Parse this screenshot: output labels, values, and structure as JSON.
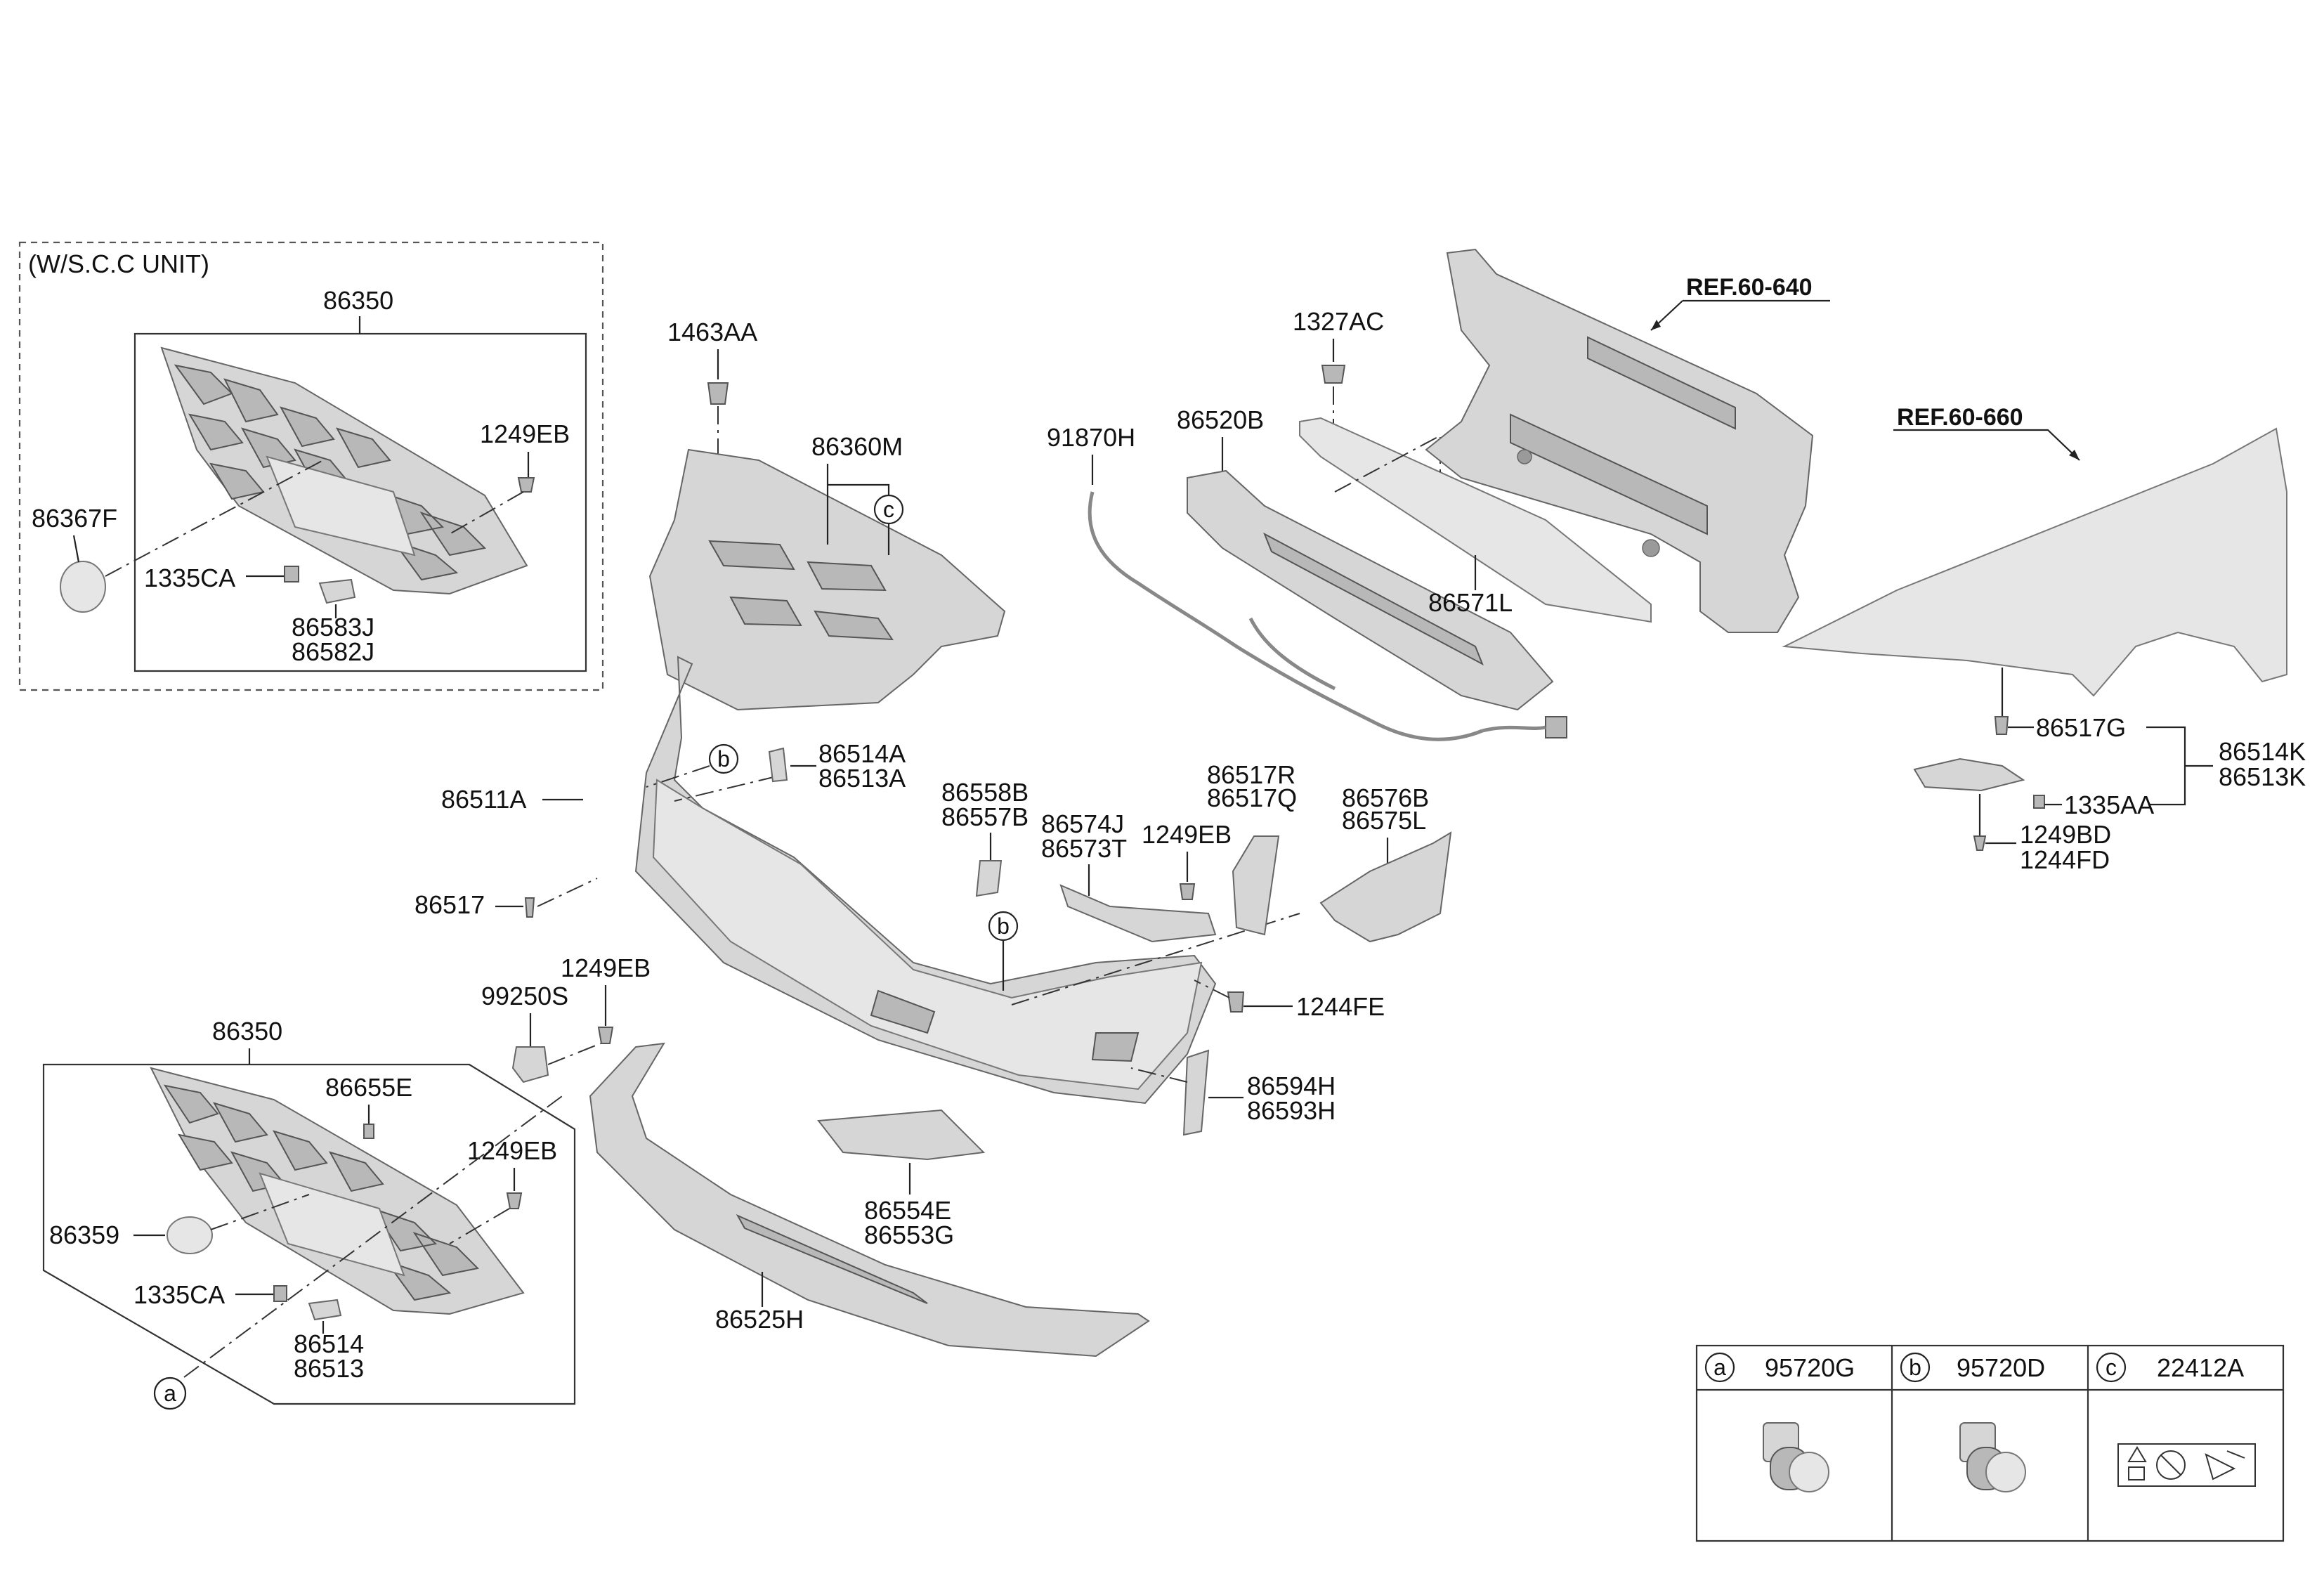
{
  "box_title": "(W/S.C.C UNIT)",
  "refs": {
    "ref_60_640": "REF.60-640",
    "ref_60_660": "REF.60-660"
  },
  "labels": {
    "p86350_top": "86350",
    "p1249EB_tl": "1249EB",
    "p86367F": "86367F",
    "p1335CA_top": "1335CA",
    "p86583J": "86583J",
    "p86582J": "86582J",
    "p1463AA": "1463AA",
    "p86360M": "86360M",
    "p1327AC": "1327AC",
    "p91870H": "91870H",
    "p86520B": "86520B",
    "p86571L": "86571L",
    "p86511A": "86511A",
    "p86514A": "86514A",
    "p86513A": "86513A",
    "p86558B": "86558B",
    "p86557B": "86557B",
    "p86574J": "86574J",
    "p86573T": "86573T",
    "p1249EB_mid": "1249EB",
    "p86517R": "86517R",
    "p86517Q": "86517Q",
    "p86576B": "86576B",
    "p86575L": "86575L",
    "p86517": "86517",
    "p99250S": "99250S",
    "p1249EB_low": "1249EB",
    "p1244FE": "1244FE",
    "p86350_bot": "86350",
    "p86655E": "86655E",
    "p1249EB_bl": "1249EB",
    "p86359": "86359",
    "p1335CA_bot": "1335CA",
    "p86514": "86514",
    "p86513": "86513",
    "p86525H": "86525H",
    "p86554E": "86554E",
    "p86553G": "86553G",
    "p86594H": "86594H",
    "p86593H": "86593H",
    "p86517G": "86517G",
    "p86514K": "86514K",
    "p86513K": "86513K",
    "p1335AA": "1335AA",
    "p1249BD": "1249BD",
    "p1244FD": "1244FD"
  },
  "circle_markers": {
    "a": "a",
    "b": "b",
    "c": "c"
  },
  "legend": [
    {
      "key": "a",
      "part": "95720G"
    },
    {
      "key": "b",
      "part": "95720D"
    },
    {
      "key": "c",
      "part": "22412A"
    }
  ]
}
